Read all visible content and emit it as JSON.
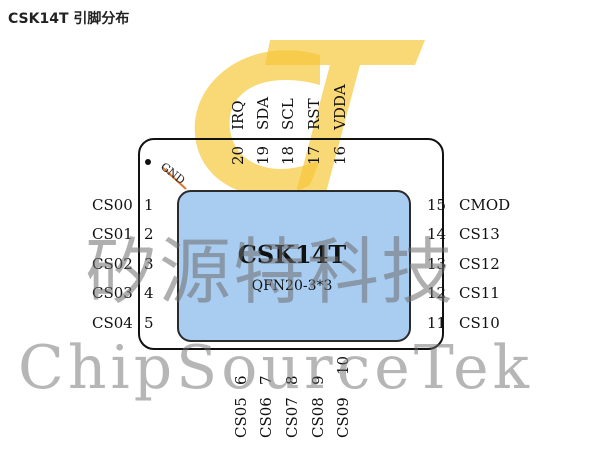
{
  "title": "CSK14T 引脚分布",
  "chip": {
    "name": "CSK14T",
    "package": "QFN20-3*3",
    "gnd": "GND"
  },
  "pins": {
    "left": [
      {
        "num": "1",
        "label": "CS00"
      },
      {
        "num": "2",
        "label": "CS01"
      },
      {
        "num": "3",
        "label": "CS02"
      },
      {
        "num": "4",
        "label": "CS03"
      },
      {
        "num": "5",
        "label": "CS04"
      }
    ],
    "right": [
      {
        "num": "15",
        "label": "CMOD"
      },
      {
        "num": "14",
        "label": "CS13"
      },
      {
        "num": "13",
        "label": "CS12"
      },
      {
        "num": "12",
        "label": "CS11"
      },
      {
        "num": "11",
        "label": "CS10"
      }
    ],
    "top": [
      {
        "num": "20",
        "label": "IRQ"
      },
      {
        "num": "19",
        "label": "SDA"
      },
      {
        "num": "18",
        "label": "SCL"
      },
      {
        "num": "17",
        "label": "RST"
      },
      {
        "num": "16",
        "label": "VDDA"
      }
    ],
    "bottom": [
      {
        "num": "6",
        "label": "CS05"
      },
      {
        "num": "7",
        "label": "CS06"
      },
      {
        "num": "8",
        "label": "CS07"
      },
      {
        "num": "9",
        "label": "CS08"
      },
      {
        "num": "10",
        "label": "CS09"
      }
    ]
  },
  "watermark": {
    "cn": "矽源特科技",
    "en": "ChipSourceTek"
  },
  "colors": {
    "die": "#a9cdf1",
    "logo": "#f6c83c",
    "gnd_line": "#d8782f"
  }
}
